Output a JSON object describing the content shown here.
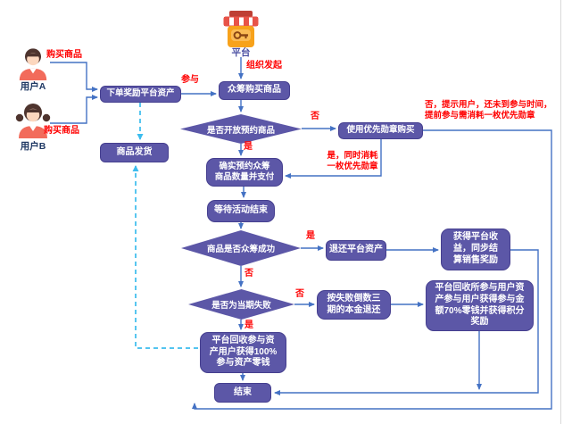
{
  "colors": {
    "node_fill": "#5C57A7",
    "node_border": "#453F8F",
    "arrow_blue": "#4472C4",
    "dashed_cyan": "#3BBCEE",
    "label_red": "#FF0000",
    "user_label": "#1F3864",
    "platform_label": "#4C51A3",
    "page_edge": "#D9D9D9"
  },
  "platform": {
    "label": "平台"
  },
  "users": [
    {
      "name": "用户A",
      "action": "购买商品"
    },
    {
      "name": "用户B",
      "action": "购买商品"
    }
  ],
  "nodes": {
    "order_reward": "下单奖励平台资产",
    "crowdfund": "众筹购买商品",
    "ship": "商品发货",
    "open_reserve": "是否开放预约商品",
    "use_badge": "使用优先勋章购买",
    "confirm": "确实预约众筹\n商品数量并支付",
    "wait": "等待活动结束",
    "success": "商品是否众筹成功",
    "return_asset": "退还平台资产",
    "platform_income": "获得平台收\n益，同步结\n算销售奖励",
    "current_fail": "是否为当期失败",
    "refund3": "按失败倒数三\n期的本金退还",
    "recover70": "平台回收所参与用户资\n产参与用户获得参与金\n额70%零钱并获得积分\n奖励",
    "recover100": "平台回收参与资\n产用户获得100%\n参与资产零钱",
    "end": "结束"
  },
  "edge_labels": {
    "organize": "组织发起",
    "join": "参与",
    "no1": "否",
    "no_hint": "否，提示用户，还未到参与时间，\n提前参与需消耗一枚优先勋章",
    "yes1": "是",
    "yes_consume": "是，同时消耗\n一枚优先勋章",
    "yes2": "是",
    "no2": "否",
    "no3": "否",
    "yes3": "是"
  }
}
